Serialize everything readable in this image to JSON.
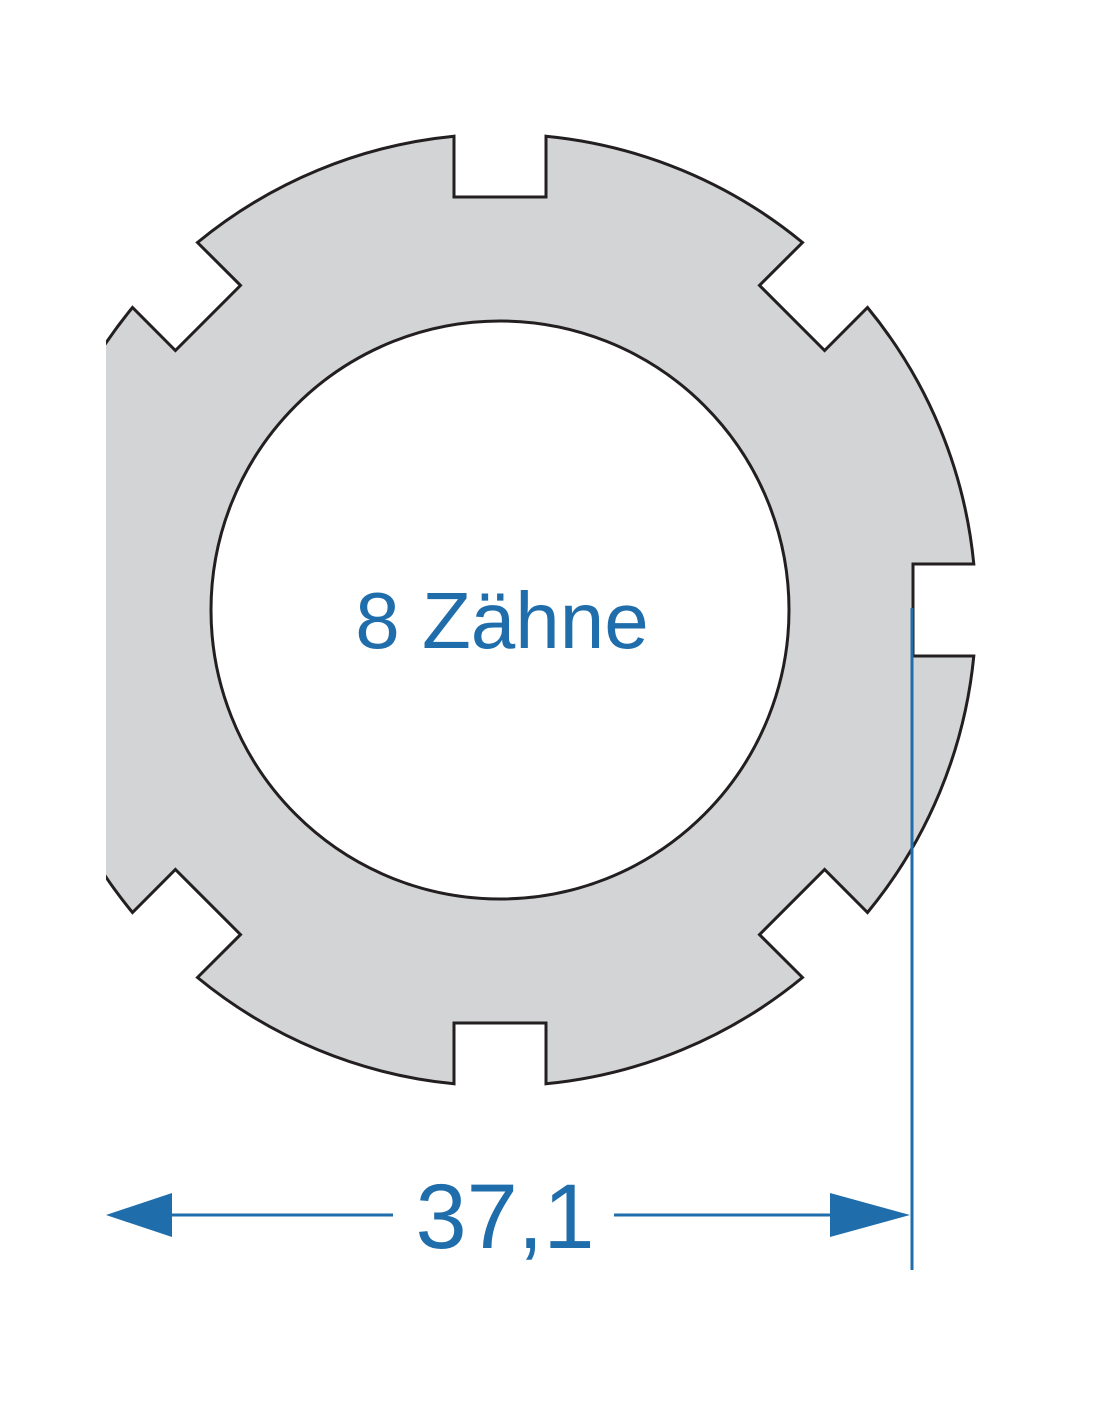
{
  "diagram": {
    "label": "8 Zähne",
    "dimension": "37,1",
    "teeth_count": 8,
    "colors": {
      "fill": "#d3d4d6",
      "outline": "#231f20",
      "accent": "#1f6dab"
    }
  }
}
